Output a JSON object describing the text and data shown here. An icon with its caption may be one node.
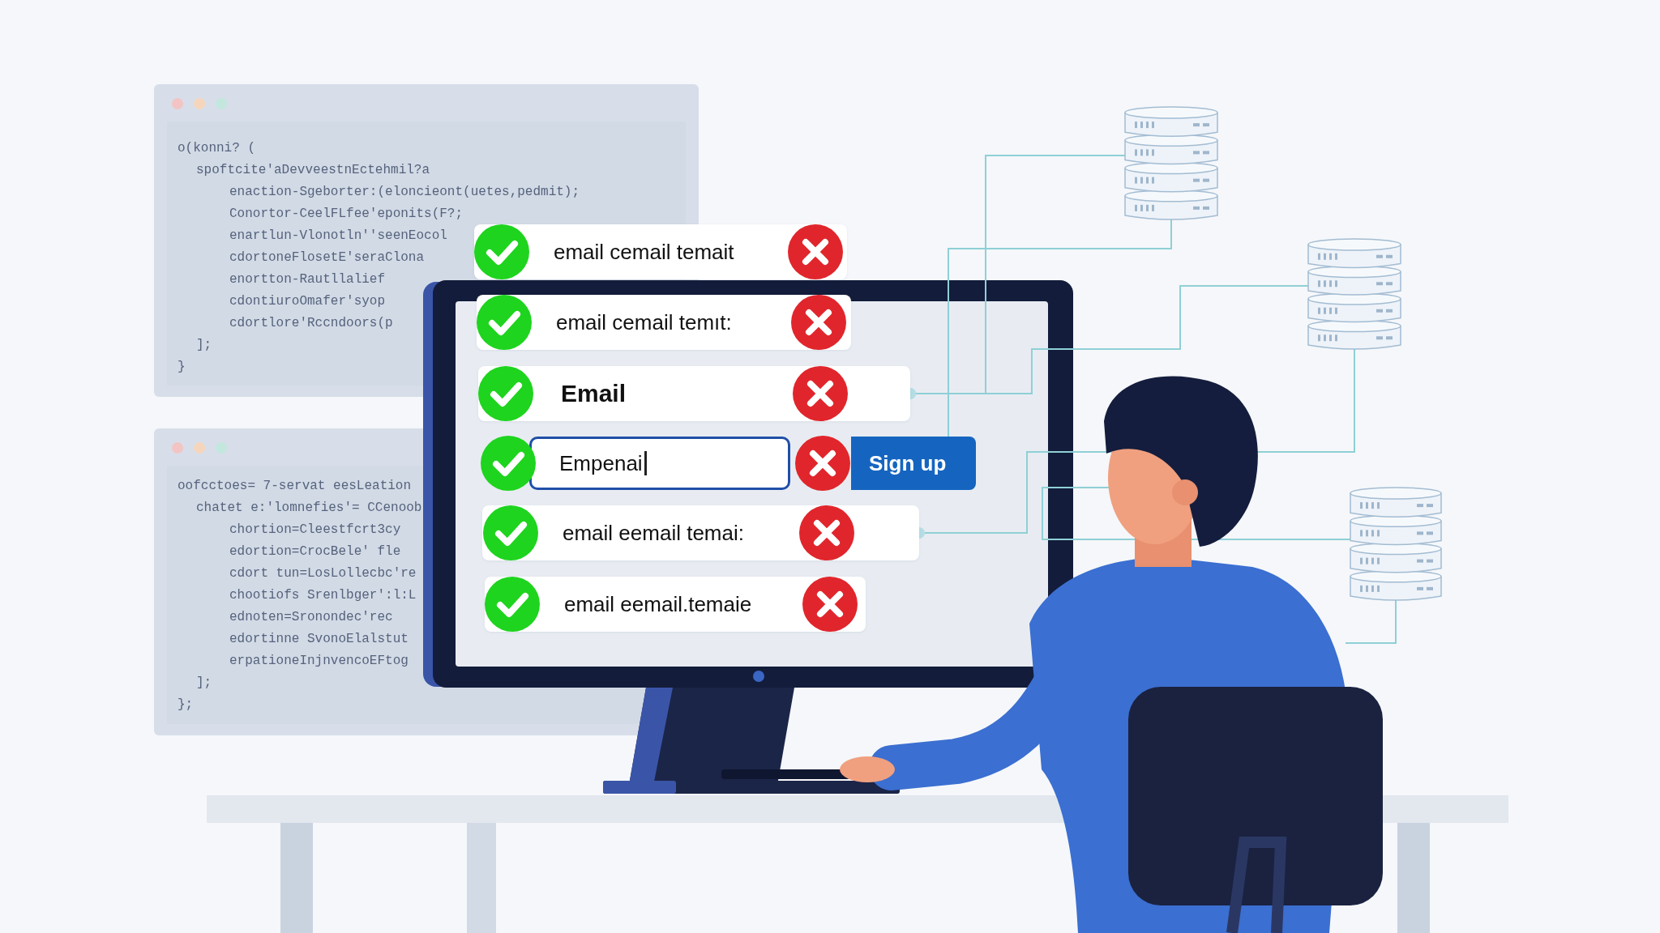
{
  "diagram": {
    "nodes": [
      {
        "text": [
          "email cemail temait"
        ]
      },
      {
        "text": [
          "email cemail temıt:"
        ]
      },
      {
        "text": [
          "Email"
        ]
      },
      {
        "text": [
          "Empenai"
        ]
      },
      {
        "text": [
          "email eemail temai:"
        ]
      },
      {
        "text": [
          "email eemail.temaie"
        ]
      },
      {
        "text": [
          "Sign up"
        ]
      },
      {
        "text": [],
        "shape": "cylinder"
      },
      {
        "text": [],
        "shape": "cylinder"
      },
      {
        "text": [],
        "shape": "cylinder"
      }
    ],
    "edges": [
      {
        "from": 7,
        "to": 2,
        "arrow": "other"
      },
      {
        "from": 7,
        "to": 6,
        "arrow": "none"
      },
      {
        "from": 8,
        "to": 2,
        "arrow": "other"
      },
      {
        "from": 8,
        "to": 4,
        "arrow": "other"
      },
      {
        "from": 9,
        "to": null,
        "arrow": "none"
      },
      {
        "from": 9,
        "to": null,
        "arrow": "none"
      }
    ],
    "labels": [
      "o(konni? (",
      "spoftcite'aDevveestnEctehmil?a",
      "enaction-Sgeborter:(eloncieont(uetes,pedmit);",
      "Conortor-CeelFLfee'eponits(F?;",
      "enartlun-Vlonotln''seenEocol",
      "cdortoneFlosetE'seraClona",
      "enortton-Rautllalief",
      "cdontiuroOmafer'syop",
      "cdortlore'Rccndoors(p",
      "];",
      "}",
      "oofcctoes= 7-servat eesLeation",
      "chatet e:'lomnefies'= CCenoob",
      "chortion=Cleestfcrt3cy",
      "edortion=CrocBele' fle",
      "cdort tun=LosLollecbc're",
      "chootiofs Srenlbger':l:L",
      "ednoten=Sronondec'rec",
      "edortinne SvonoElalstut",
      "erpationeInjnvencoEFtog",
      "];",
      "};"
    ]
  }
}
